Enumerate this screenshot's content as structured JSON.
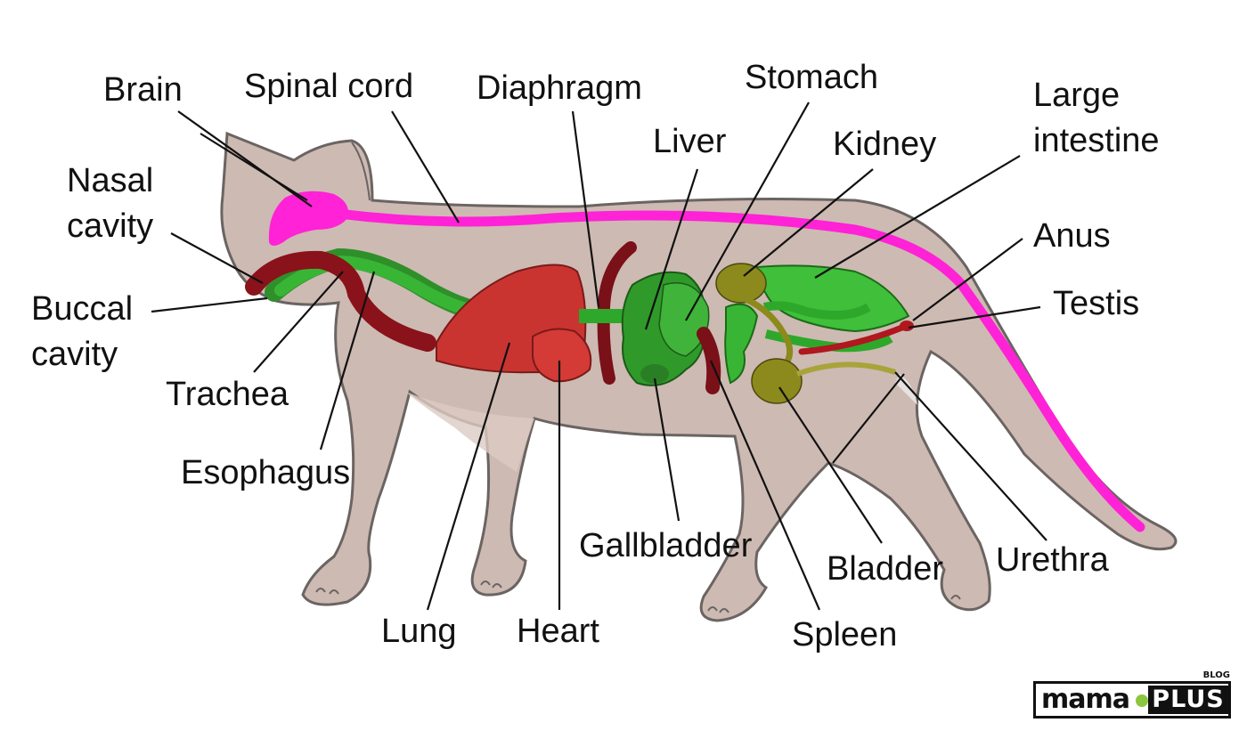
{
  "labels": {
    "brain": "Brain",
    "spinal_cord": "Spinal cord",
    "diaphragm": "Diaphragm",
    "stomach": "Stomach",
    "liver": "Liver",
    "kidney": "Kidney",
    "large_intestine": "Large\nintestine",
    "nasal_cavity": "Nasal\ncavity",
    "anus": "Anus",
    "buccal_cavity": "Buccal\ncavity",
    "testis": "Testis",
    "trachea": "Trachea",
    "esophagus": "Esophagus",
    "gallbladder": "Gallbladder",
    "bladder": "Bladder",
    "urethra": "Urethra",
    "lung": "Lung",
    "heart": "Heart",
    "spleen": "Spleen"
  },
  "logo": {
    "mama": "mama",
    "plus": "PLUS",
    "blog": "BLOG"
  },
  "colors": {
    "body": "#c9b5ad",
    "outline": "#666666",
    "nervous": "#ff1fd0",
    "lung": "#c9302c",
    "dark_red": "#7a1018",
    "green_digestive": "#2ea82a",
    "olive": "#8a8a1e",
    "brown_red": "#a8121a"
  }
}
